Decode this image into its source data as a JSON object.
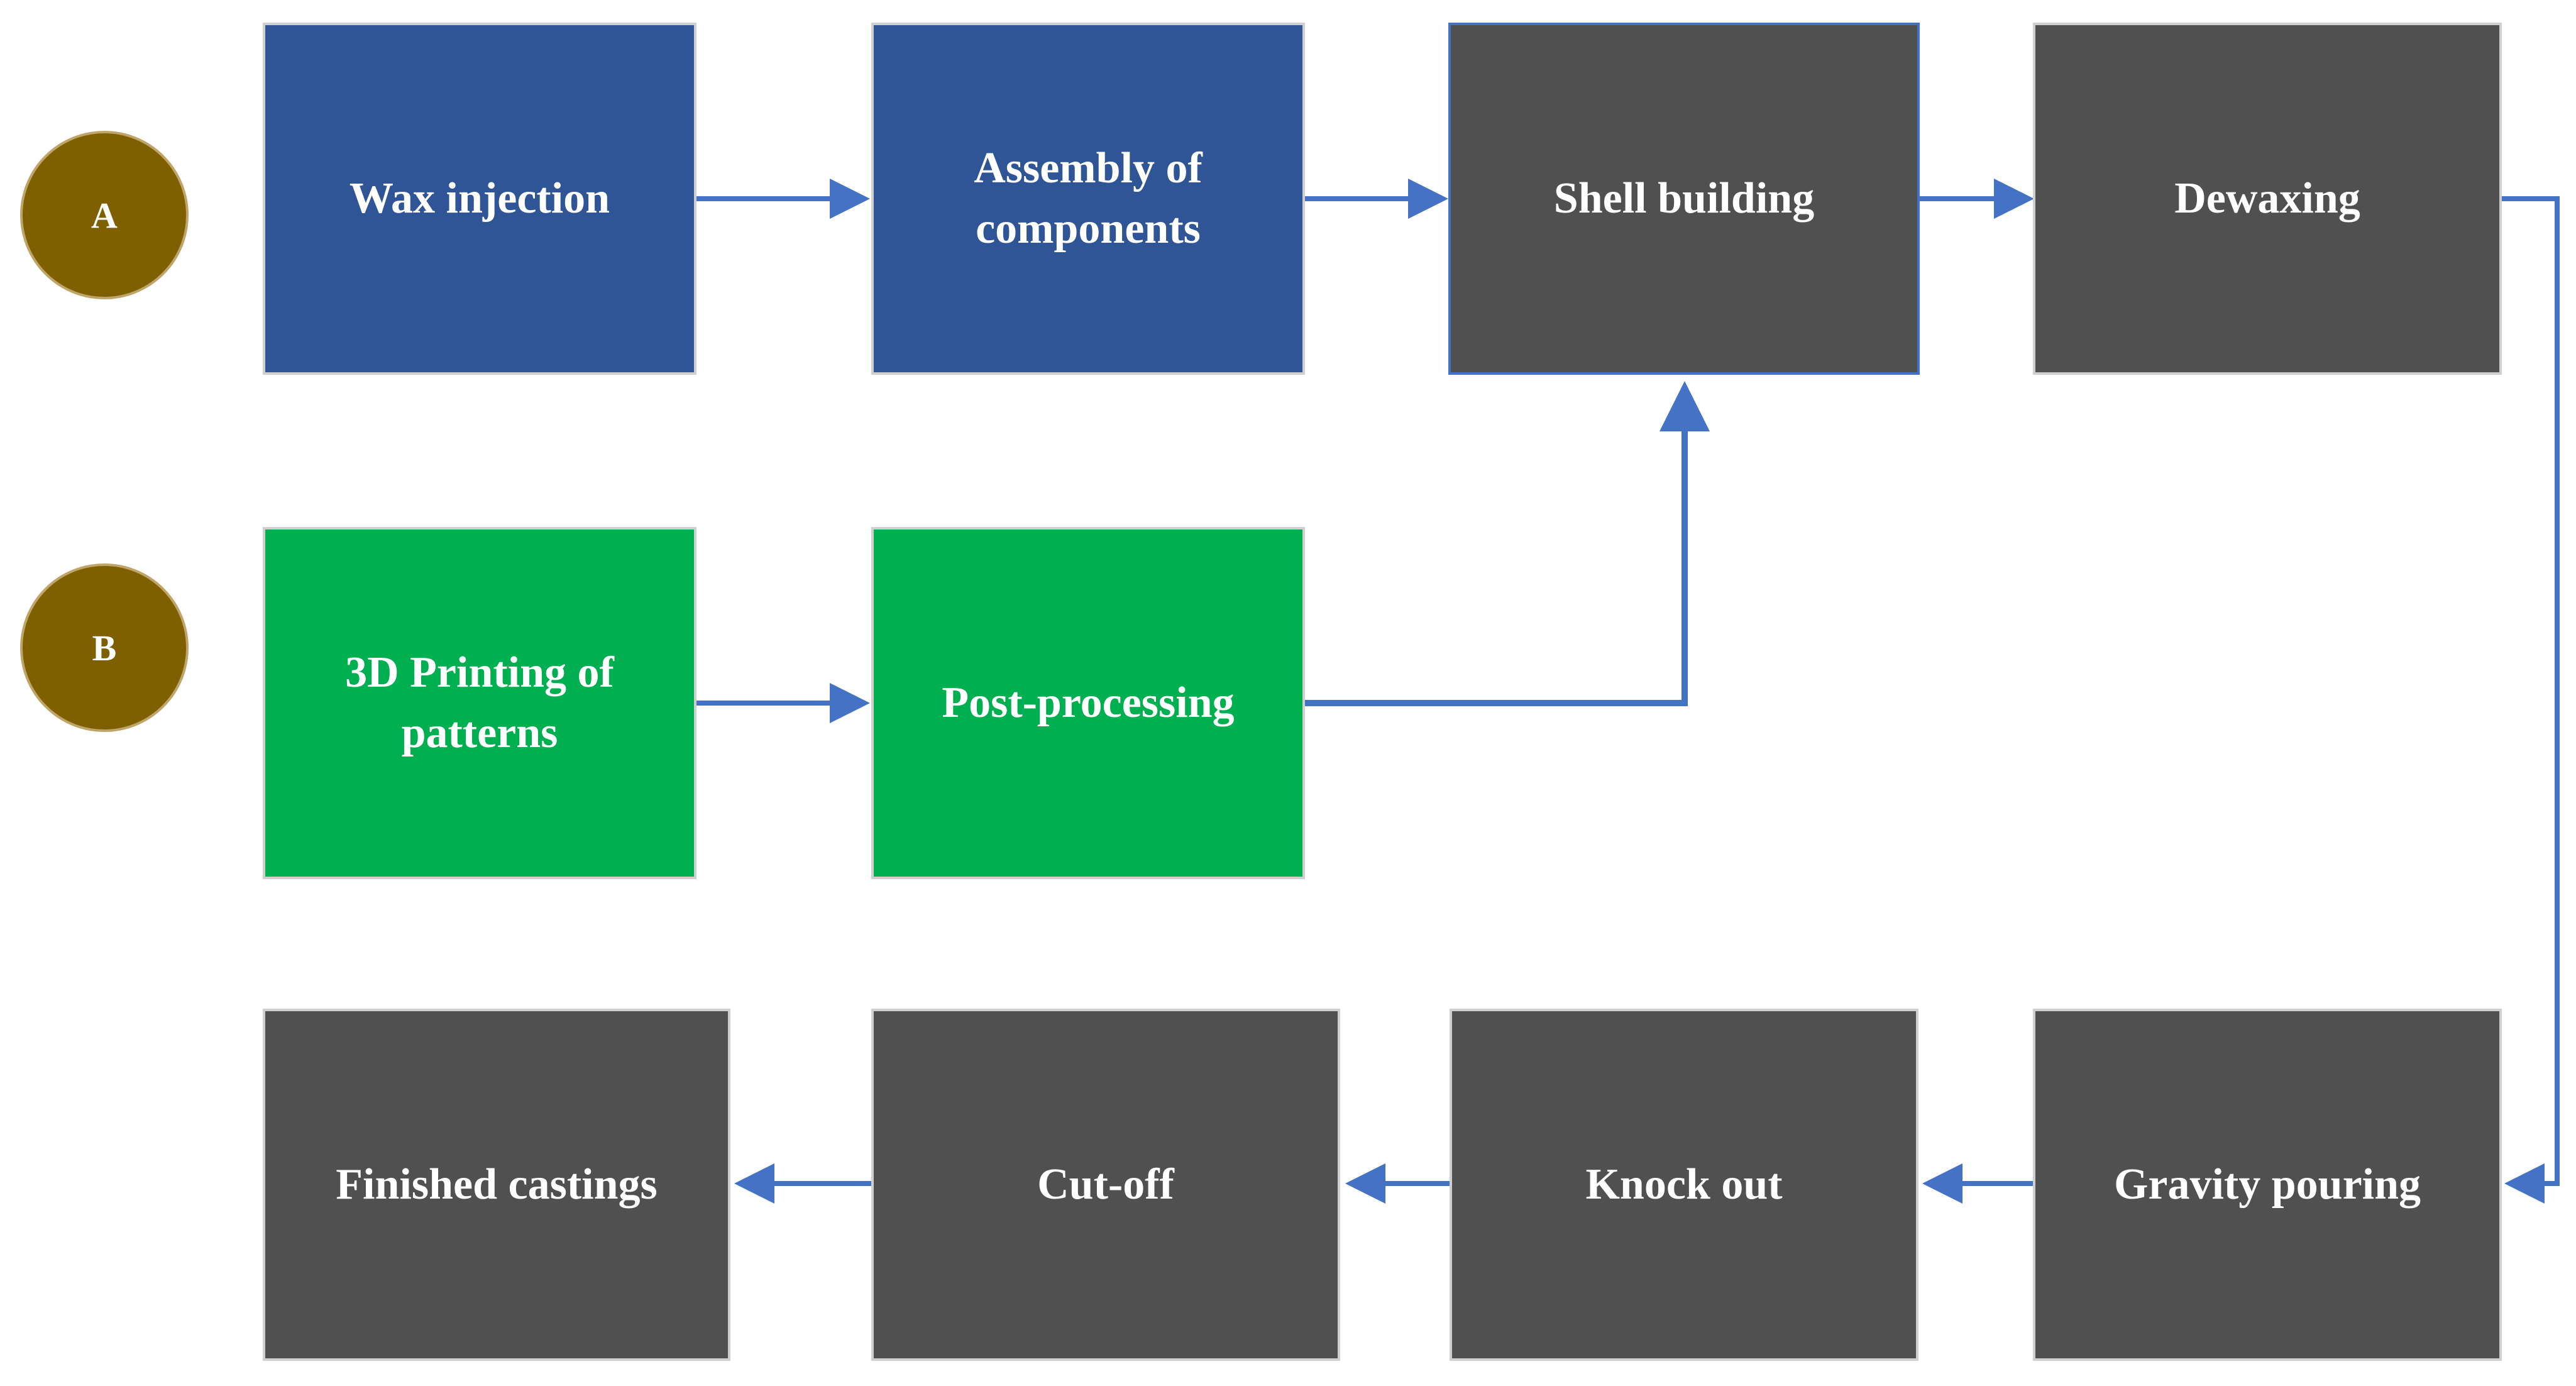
{
  "routes": {
    "a": "A",
    "b": "B"
  },
  "steps": {
    "wax_injection": "Wax injection",
    "assembly": "Assembly of components",
    "shell_building": "Shell building",
    "dewaxing": "Dewaxing",
    "printing": "3D Printing of patterns",
    "post_processing": "Post-processing",
    "gravity_pouring": "Gravity pouring",
    "knock_out": "Knock out",
    "cut_off": "Cut-off",
    "finished": "Finished castings"
  },
  "colors": {
    "route_circle": "#7f6000",
    "conventional_box": "#2f5597",
    "printed_box": "#00b050",
    "shared_box": "#505050",
    "arrow": "#4472c4"
  }
}
